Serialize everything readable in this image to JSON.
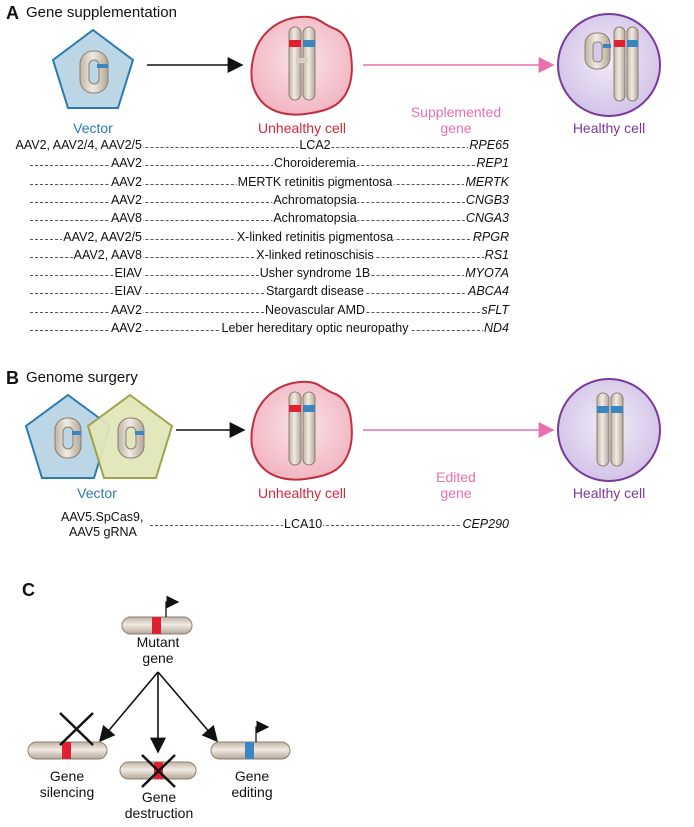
{
  "panel_a": {
    "letter": "A",
    "title": "Gene supplementation",
    "vector_label": "Vector",
    "unhealthy_label": "Unhealthy cell",
    "supplemented_label_1": "Supplemented",
    "supplemented_label_2": "gene",
    "healthy_label": "Healthy cell",
    "rows": [
      {
        "vector": "AAV2, AAV2/4, AAV2/5",
        "disease": "LCA2",
        "gene": "RPE65"
      },
      {
        "vector": "AAV2",
        "disease": "Choroideremia",
        "gene": "REP1"
      },
      {
        "vector": "AAV2",
        "disease": "MERTK retinitis pigmentosa",
        "gene": "MERTK"
      },
      {
        "vector": "AAV2",
        "disease": "Achromatopsia",
        "gene": "CNGB3"
      },
      {
        "vector": "AAV8",
        "disease": "Achromatopsia",
        "gene": "CNGA3"
      },
      {
        "vector": "AAV2, AAV2/5",
        "disease": "X-linked retinitis pigmentosa",
        "gene": "RPGR"
      },
      {
        "vector": "AAV2, AAV8",
        "disease": "X-linked retinoschisis",
        "gene": "RS1"
      },
      {
        "vector": "EIAV",
        "disease": "Usher syndrome 1B",
        "gene": "MYO7A"
      },
      {
        "vector": "EIAV",
        "disease": "Stargardt disease",
        "gene": "ABCA4"
      },
      {
        "vector": "AAV2",
        "disease": "Neovascular AMD",
        "gene": "sFLT"
      },
      {
        "vector": "AAV2",
        "disease": "Leber hereditary optic neuropathy",
        "gene": "ND4"
      }
    ]
  },
  "panel_b": {
    "letter": "B",
    "title": "Genome surgery",
    "vector_label": "Vector",
    "unhealthy_label": "Unhealthy cell",
    "edited_label_1": "Edited",
    "edited_label_2": "gene",
    "healthy_label": "Healthy cell",
    "row": {
      "vector_1": "AAV5.SpCas9,",
      "vector_2": "AAV5 gRNA",
      "disease": "LCA10",
      "gene": "CEP290"
    }
  },
  "panel_c": {
    "letter": "C",
    "mutant_1": "Mutant",
    "mutant_2": "gene",
    "silencing_1": "Gene",
    "silencing_2": "silencing",
    "destruction_1": "Gene",
    "destruction_2": "destruction",
    "editing_1": "Gene",
    "editing_2": "editing"
  },
  "colors": {
    "vector_blue": "#2a7bb0",
    "unhealthy_red": "#d1283a",
    "arrow_pink": "#e96fae",
    "healthy_purple": "#7a3a9a",
    "mutation_red": "#e02030",
    "edit_blue": "#3a86c0"
  }
}
